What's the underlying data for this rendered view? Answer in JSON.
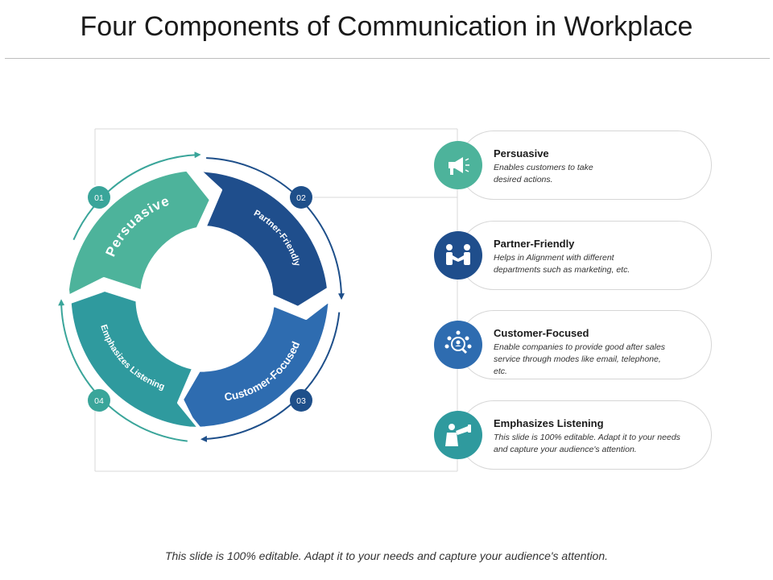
{
  "title": "Four Components of Communication in Workplace",
  "footer": "This slide is 100% editable. Adapt it to your needs and capture your audience's attention.",
  "colors": {
    "teal_light": "#4db39b",
    "navy": "#1f4e8c",
    "blue": "#2e6cb0",
    "teal": "#2f9a9e",
    "arrow_teal": "#3aa59a",
    "arrow_navy": "#1e4f8a"
  },
  "segments": [
    {
      "number": "01",
      "label": "Persuasive"
    },
    {
      "number": "02",
      "label": "Partner-Friendly"
    },
    {
      "number": "03",
      "label": "Customer-Focused"
    },
    {
      "number": "04",
      "label": "Emphasizes Listening"
    }
  ],
  "cards": [
    {
      "title": "Persuasive",
      "desc": "Enables customers to take desired actions.",
      "icon": "megaphone-icon"
    },
    {
      "title": "Partner-Friendly",
      "desc": "Helps in Alignment with different departments such as marketing, etc.",
      "icon": "handshake-icon"
    },
    {
      "title": "Customer-Focused",
      "desc": "Enable companies to provide good after sales service through modes like email, telephone, etc.",
      "icon": "people-search-icon"
    },
    {
      "title": "Emphasizes Listening",
      "desc": "This slide is 100% editable. Adapt it to your needs and capture your audience's attention.",
      "icon": "telescope-person-icon"
    }
  ]
}
